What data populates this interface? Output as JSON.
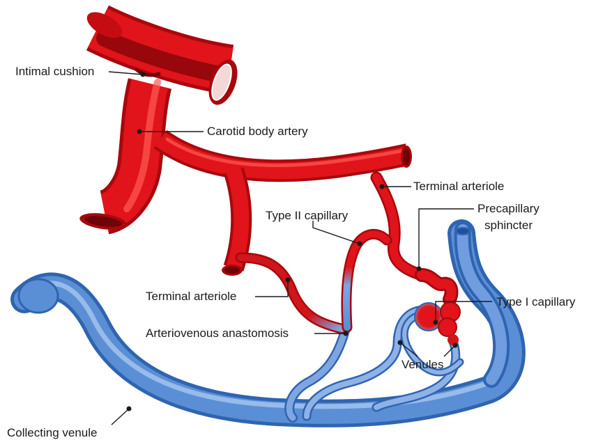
{
  "diagram": {
    "labels": {
      "intimal_cushion": "Intimal cushion",
      "carotid_body_artery": "Carotid body artery",
      "terminal_arteriole_right": "Terminal arteriole",
      "type_ii_capillary": "Type II capillary",
      "precapillary_sphincter_line1": "Precapillary",
      "precapillary_sphincter_line2": "sphincter",
      "terminal_arteriole_left": "Terminal arteriole",
      "type_i_capillary": "Type I capillary",
      "arteriovenous_anastomosis": "Arteriovenous anastomosis",
      "venules": "Venules",
      "collecting_venule": "Collecting venule"
    },
    "colors": {
      "artery": "#e0141a",
      "artery_dark": "#a8080d",
      "vein": "#5a8fd6",
      "vein_dark": "#2f64b0",
      "vein_light": "#9dbfeb",
      "leader_line": "#1a1a1a"
    }
  }
}
